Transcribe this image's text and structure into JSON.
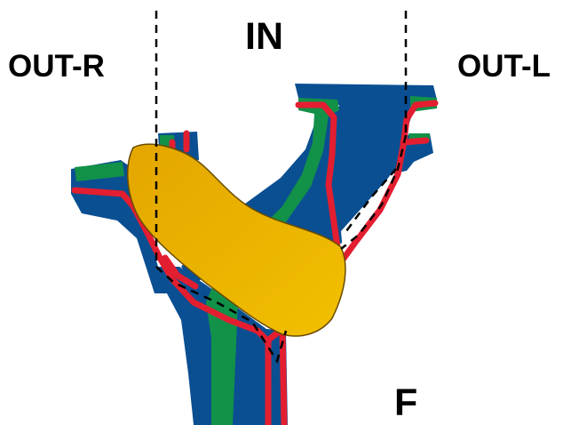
{
  "labels": {
    "out_r": "OUT-R",
    "in": "IN",
    "out_l": "OUT-L",
    "f": "F"
  },
  "colors": {
    "blue": "#0a4f92",
    "green": "#129149",
    "red": "#e31e30",
    "gold": "#e8b000",
    "outline": "#6a4c00",
    "dashed": "#000000"
  }
}
